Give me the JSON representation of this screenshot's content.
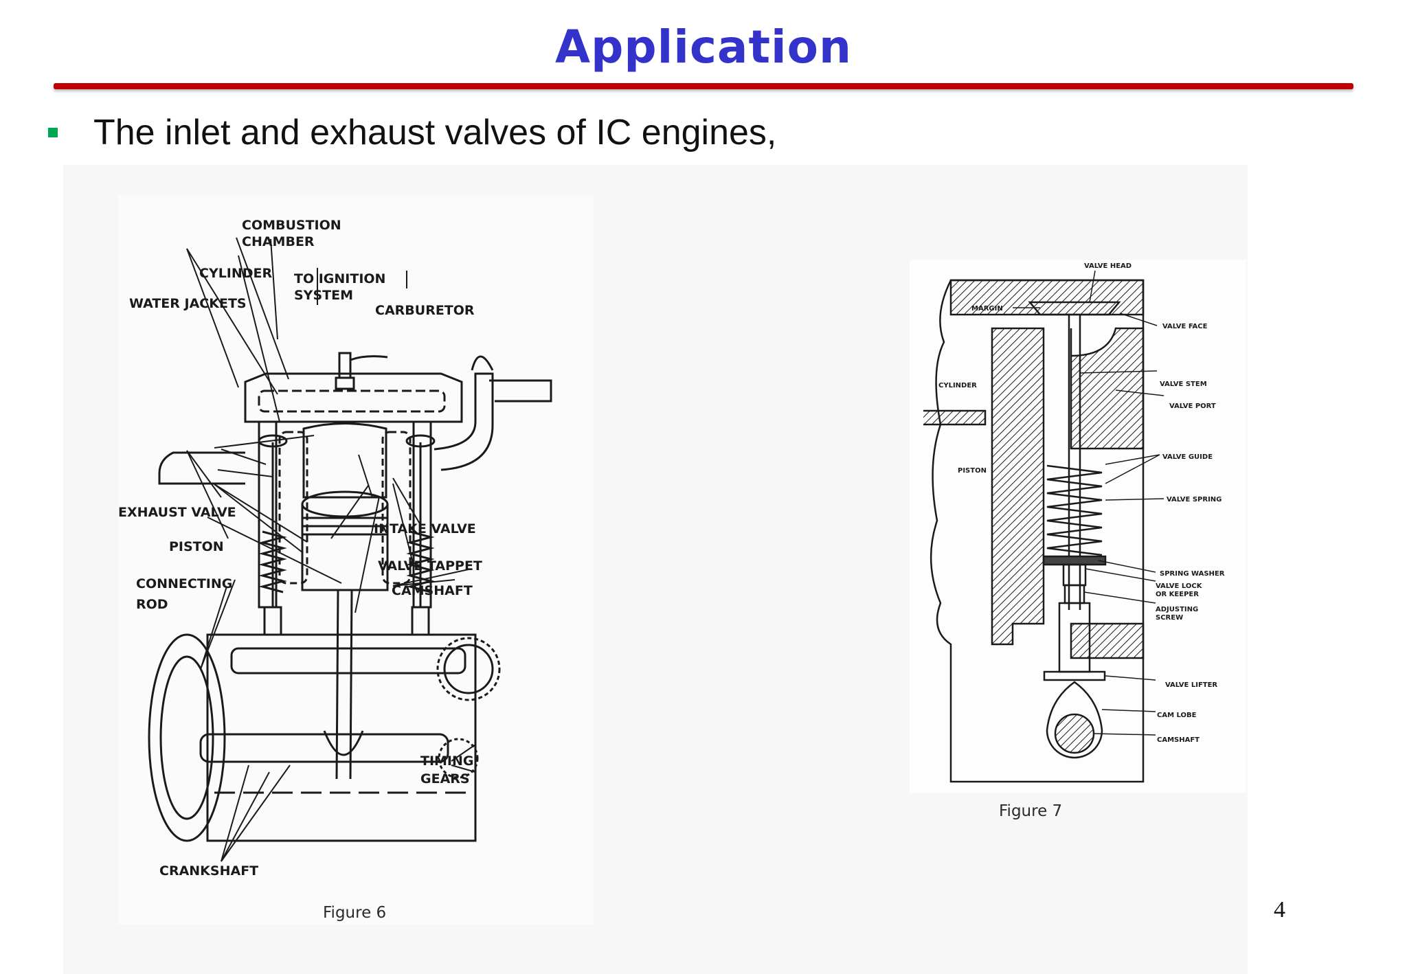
{
  "slide": {
    "title": "Application",
    "bullet": "The inlet and exhaust valves of IC engines,",
    "page_number": "4",
    "accent_colors": {
      "title": "#3333cc",
      "rule": "#c00000",
      "bullet": "#00a651"
    }
  },
  "figure6": {
    "caption": "Figure 6",
    "labels": {
      "combustion_1": "COMBUSTION",
      "combustion_2": "CHAMBER",
      "cylinder": "CYLINDER",
      "ignition_1": "TO IGNITION",
      "ignition_2": "SYSTEM",
      "water_jackets": "WATER JACKETS",
      "carburetor": "CARBURETOR",
      "exhaust_valve": "EXHAUST VALVE",
      "intake_valve": "INTAKE VALVE",
      "piston": "PISTON",
      "valve_tappet": "VALVE TAPPET",
      "connecting_1": "CONNECTING",
      "connecting_2": "ROD",
      "camshaft": "CAMSHAFT",
      "timing_1": "TIMING",
      "timing_2": "GEARS",
      "crankshaft": "CRANKSHAFT"
    }
  },
  "figure7": {
    "caption": "Figure 7",
    "labels": {
      "valve_head": "VALVE HEAD",
      "margin": "MARGIN",
      "valve_face": "VALVE FACE",
      "cylinder": "CYLINDER",
      "valve_stem": "VALVE STEM",
      "valve_port": "VALVE PORT",
      "valve_guide": "VALVE GUIDE",
      "piston": "PISTON",
      "valve_spring": "VALVE SPRING",
      "spring_washer": "SPRING WASHER",
      "valve_lock_1": "VALVE LOCK",
      "valve_lock_2": "OR KEEPER",
      "adjusting_1": "ADJUSTING",
      "adjusting_2": "SCREW",
      "valve_lifter": "VALVE LIFTER",
      "cam_lobe": "CAM LOBE",
      "camshaft": "CAMSHAFT"
    }
  }
}
